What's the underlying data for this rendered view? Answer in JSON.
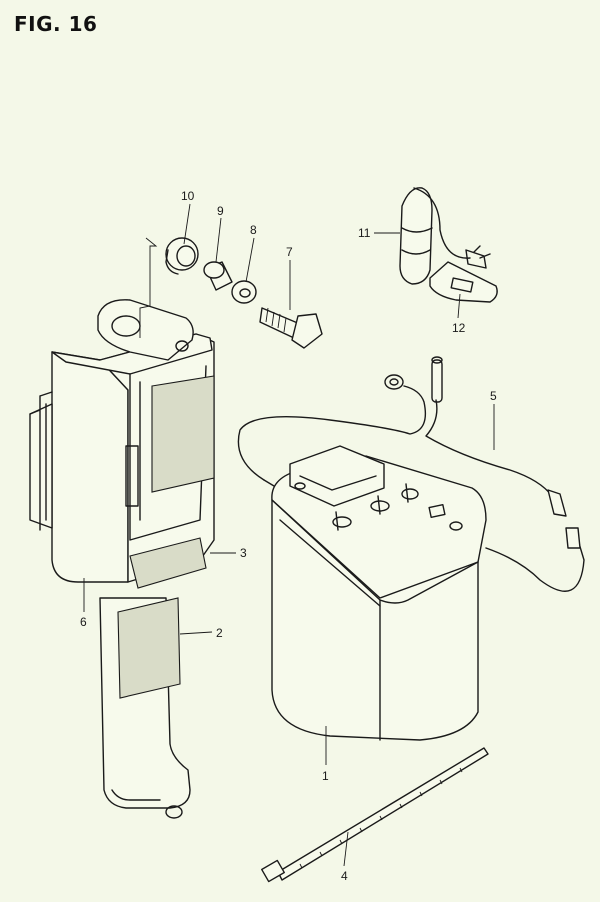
{
  "figure": {
    "title": "FIG. 16"
  },
  "callouts": {
    "p1": "1",
    "p2": "2",
    "p3": "3",
    "p4": "4",
    "p5": "5",
    "p6": "6",
    "p7": "7",
    "p8": "8",
    "p9": "9",
    "p10": "10",
    "p11": "11",
    "p12": "12"
  }
}
